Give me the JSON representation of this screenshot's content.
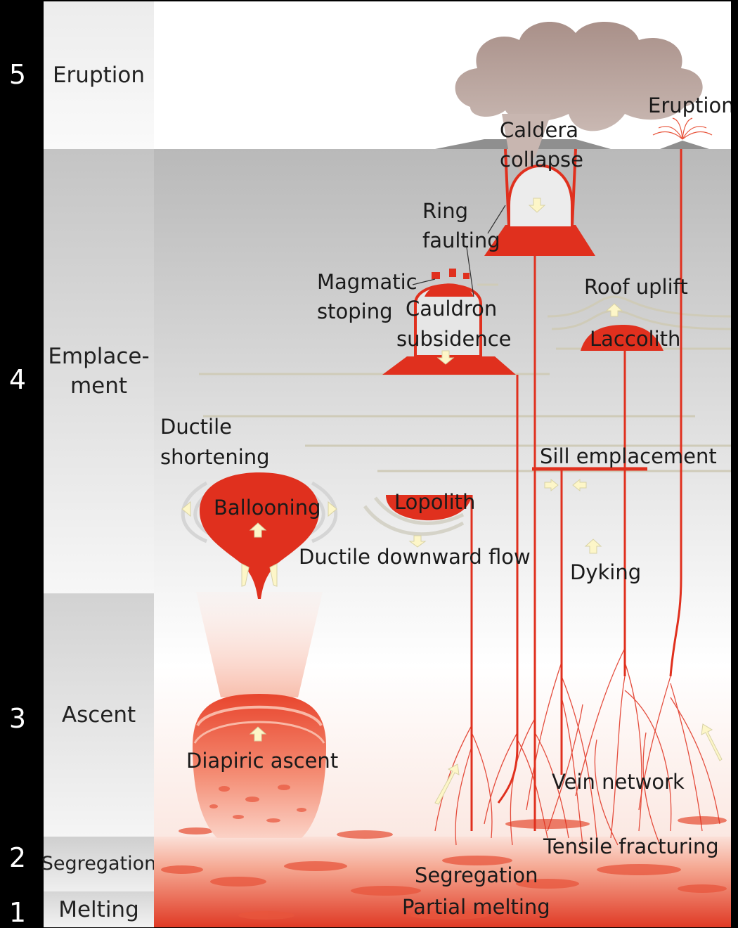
{
  "stage_numbers": [
    "5",
    "4",
    "3",
    "2",
    "1"
  ],
  "stages": {
    "eruption": "Eruption",
    "emplacement_line1": "Emplace-",
    "emplacement_line2": "ment",
    "ascent": "Ascent",
    "segregation": "Segregation",
    "melting": "Melting"
  },
  "labels": {
    "eruption": "Eruption",
    "caldera_1": "Caldera",
    "caldera_2": "collapse",
    "ring_1": "Ring",
    "ring_2": "faulting",
    "magmatic_1": "Magmatic",
    "magmatic_2": "stoping",
    "cauldron_1": "Cauldron",
    "cauldron_2": "subsidence",
    "roof_uplift": "Roof uplift",
    "laccolith": "Laccolith",
    "ductile_1": "Ductile",
    "ductile_2": "shortening",
    "sill": "Sill emplacement",
    "ballooning": "Ballooning",
    "lopolith": "Lopolith",
    "ductile_flow": "Ductile downward flow",
    "dyking": "Dyking",
    "diapiric": "Diapiric ascent",
    "vein": "Vein network",
    "tensile": "Tensile fracturing",
    "segregation": "Segregation",
    "partial_melting": "Partial melting"
  },
  "colors": {
    "magma": "#e0301e",
    "magma_light": "#f4a08c",
    "ash": "#b8a29c",
    "layer": "#cfcbb8",
    "arrow": "#fdf6c8",
    "crust_top": "#b7b7b7",
    "crust_bottom": "#ffffff"
  }
}
